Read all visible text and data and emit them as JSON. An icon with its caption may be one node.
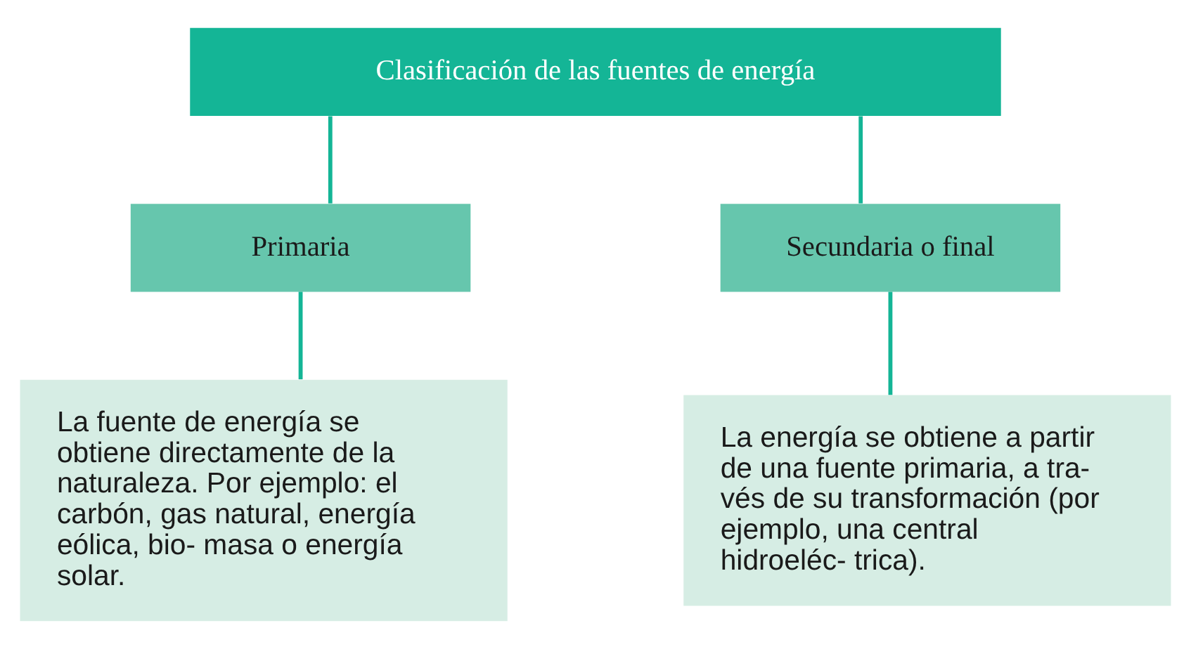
{
  "diagram": {
    "nodes": [
      {
        "text": [
          "Clasificación de las fuentes de energía"
        ]
      },
      {
        "text": [
          "Primaria"
        ]
      },
      {
        "text": [
          "Secundaria o final"
        ]
      },
      {
        "text": [
          "La fuente de energía se obtiene directamente de la naturaleza. Por ejemplo: el carbón, gas natural, energía eólica, bio- masa o energía solar."
        ]
      },
      {
        "text": [
          "La energía se obtiene a partir de una fuente primaria, a tra- vés de su transformación (por ejemplo, una central hidroeléc- trica)."
        ]
      }
    ],
    "edges": [
      {
        "from": 0,
        "to": 1,
        "arrow": "none"
      },
      {
        "from": 0,
        "to": 2,
        "arrow": "none"
      },
      {
        "from": 1,
        "to": 3,
        "arrow": "none"
      },
      {
        "from": 2,
        "to": 4,
        "arrow": "none"
      }
    ]
  }
}
